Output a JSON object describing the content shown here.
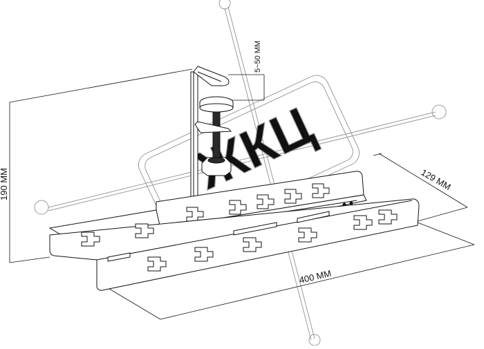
{
  "diagram": {
    "dimensions": {
      "clamp_range": "5~50 MM",
      "height": "190 MM",
      "depth": "129 MM",
      "width": "400 MM"
    },
    "watermark": "ЖКЦ",
    "colors": {
      "line": "#111111",
      "watermark": "#9a9a9a",
      "fill": "#ffffff",
      "dark_part": "#2a2a2a"
    }
  }
}
